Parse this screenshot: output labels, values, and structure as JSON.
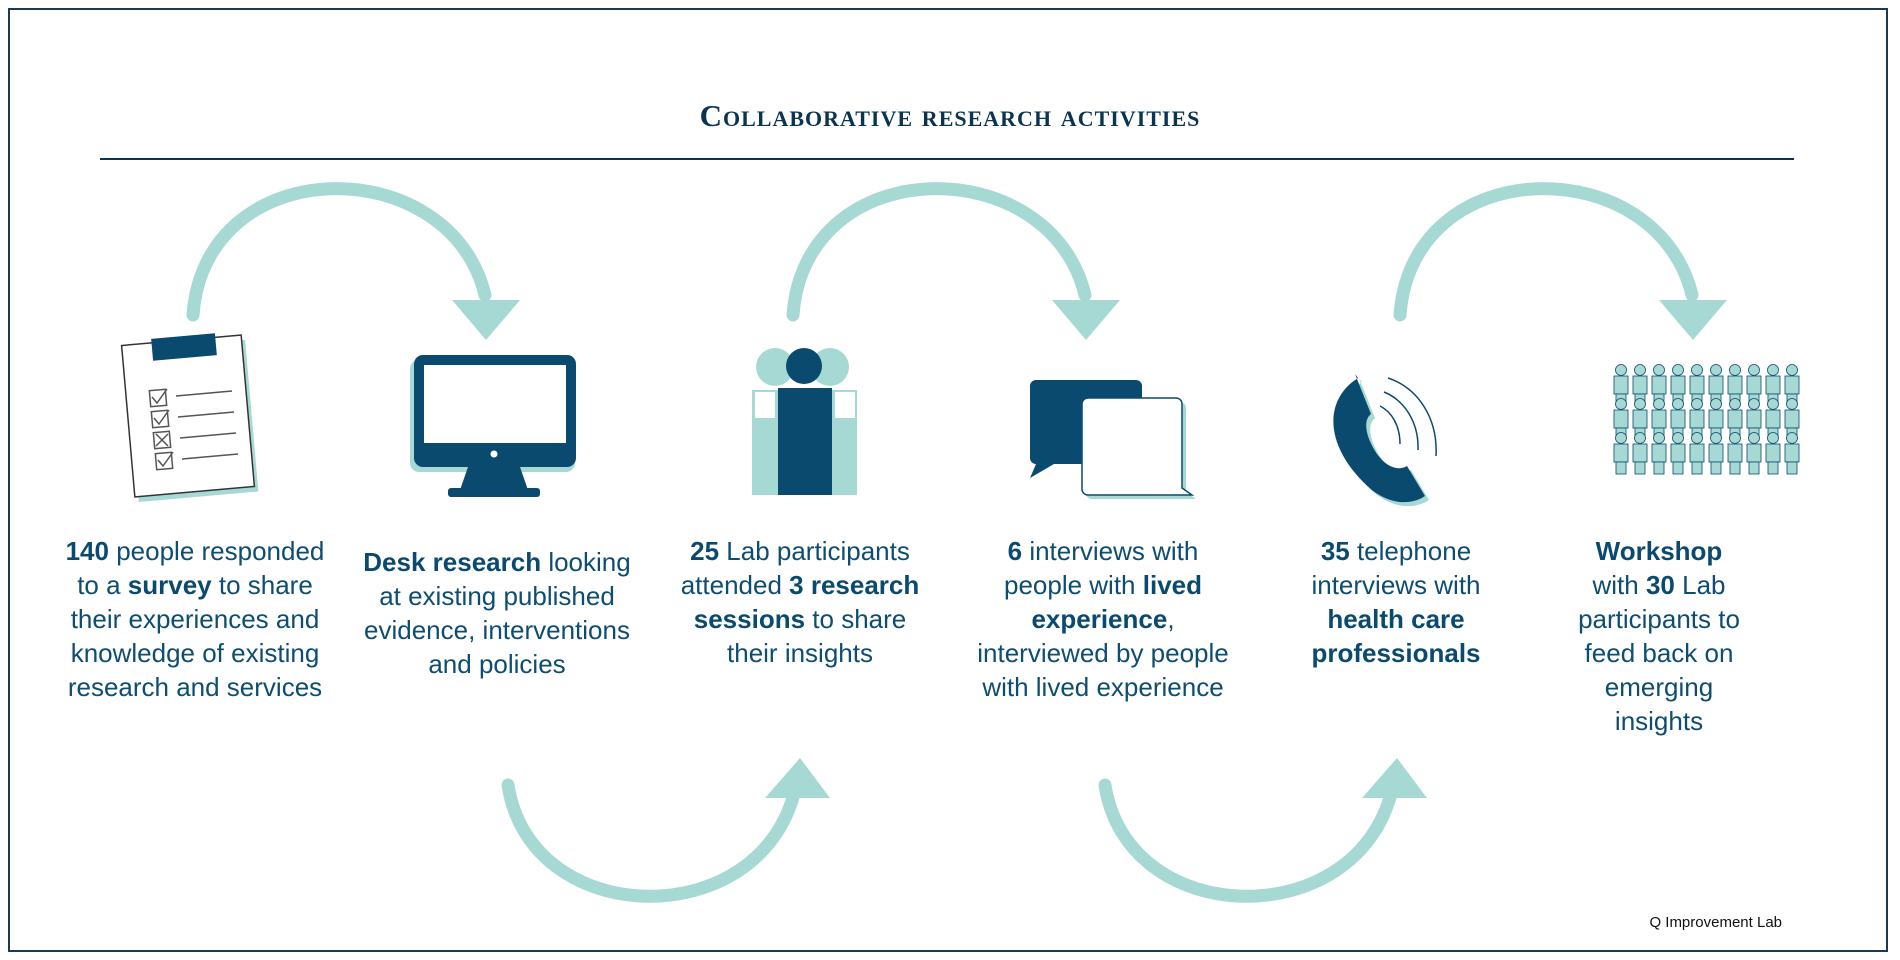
{
  "title": "Collaborative research activities",
  "colors": {
    "navy": "#0b4a6f",
    "teal": "#a7d9d4",
    "rule": "#0b3450"
  },
  "activities": [
    {
      "icon": "clipboard-icon",
      "parts": [
        {
          "t": "140",
          "b": true
        },
        {
          "t": " people responded to a ",
          "b": false
        },
        {
          "t": "survey",
          "b": true
        },
        {
          "t": " to share their experiences and knowledge of existing research and services",
          "b": false
        }
      ]
    },
    {
      "icon": "computer-monitor-icon",
      "parts": [
        {
          "t": "Desk research",
          "b": true
        },
        {
          "t": " looking at existing published evidence, interventions and policies",
          "b": false
        }
      ]
    },
    {
      "icon": "people-group-icon",
      "parts": [
        {
          "t": "25",
          "b": true
        },
        {
          "t": " Lab participants attended ",
          "b": false
        },
        {
          "t": "3 research sessions",
          "b": true
        },
        {
          "t": " to share their insights",
          "b": false
        }
      ]
    },
    {
      "icon": "speech-bubbles-icon",
      "parts": [
        {
          "t": "6",
          "b": true
        },
        {
          "t": " interviews with people with ",
          "b": false
        },
        {
          "t": "lived experience",
          "b": true
        },
        {
          "t": ", interviewed by people with lived experience",
          "b": false
        }
      ]
    },
    {
      "icon": "telephone-icon",
      "parts": [
        {
          "t": "35",
          "b": true
        },
        {
          "t": " telephone interviews with ",
          "b": false
        },
        {
          "t": "health care professionals",
          "b": true
        }
      ]
    },
    {
      "icon": "crowd-icon",
      "parts": [
        {
          "t": "Workshop",
          "b": true
        },
        {
          "t": " with ",
          "b": false
        },
        {
          "t": "30",
          "b": true
        },
        {
          "t": " Lab participants to feed back on emerging insights",
          "b": false
        }
      ]
    }
  ],
  "credit": "Q Improvement Lab"
}
